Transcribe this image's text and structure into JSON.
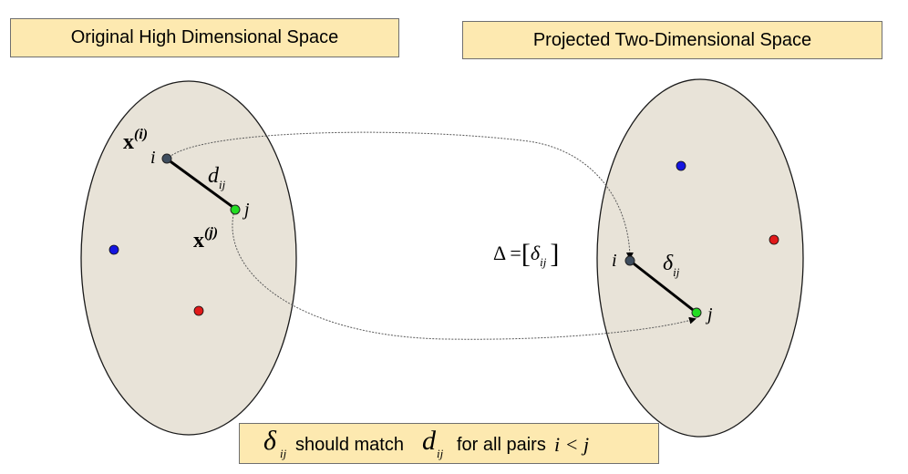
{
  "titles": {
    "left": "Original High Dimensional Space",
    "right": "Projected Two-Dimensional Space"
  },
  "labels": {
    "x_i": {
      "base": "x",
      "sup": "(i)"
    },
    "x_j": {
      "base": "x",
      "sup": "(j)"
    },
    "i": "i",
    "j": "j",
    "d_ij": {
      "base": "d",
      "sub": "ij"
    },
    "delta_ij": {
      "base": "δ",
      "sub": "ij"
    },
    "delta_matrix": {
      "lhs": "Δ =",
      "open": "[",
      "symbol": "δ",
      "sub": "ij",
      "close": "]"
    }
  },
  "caption": {
    "delta_symbol": "δ",
    "d_symbol": "d",
    "sub": "ij",
    "text1": "should match",
    "text2": "for all pairs",
    "condition": "i < j"
  },
  "colors": {
    "title_fill": "#fde9b0",
    "ellipse_fill": "#e8e3d8",
    "point_i": "#3e4d5e",
    "point_j": "#22dd22",
    "point_blue": "#1515e0",
    "point_red": "#e11a1a"
  }
}
